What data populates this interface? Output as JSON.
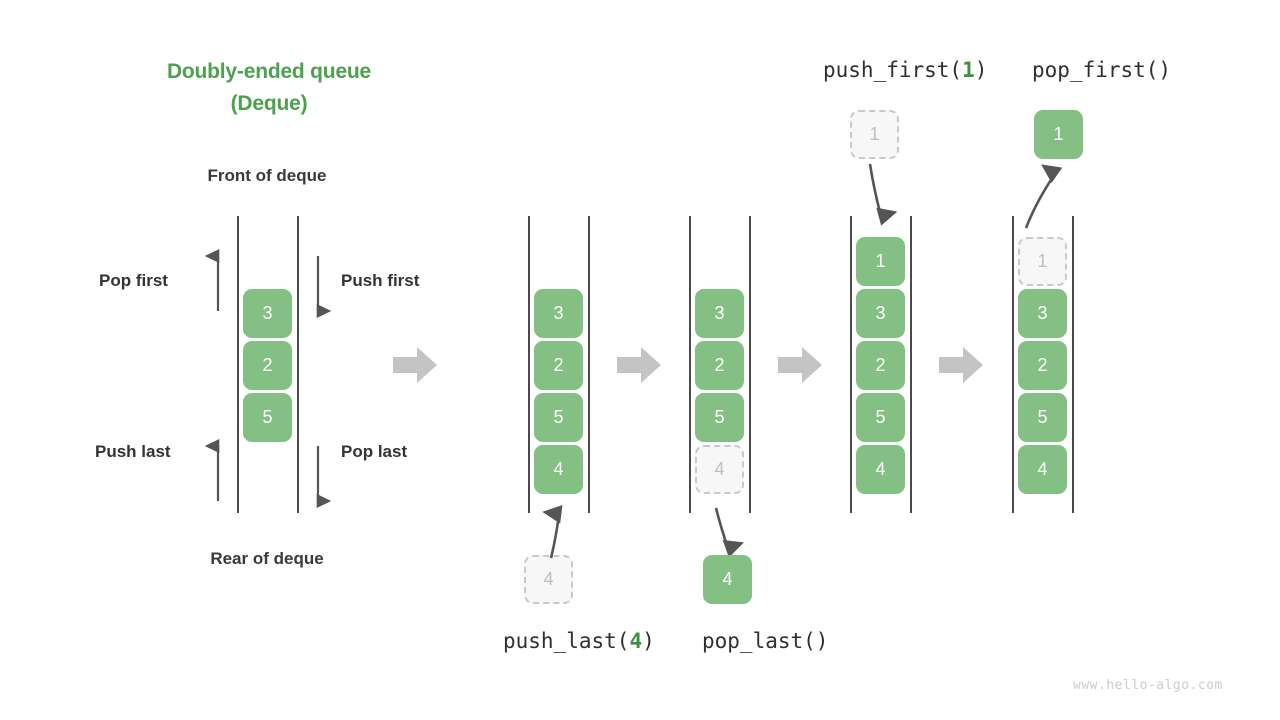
{
  "diagram": {
    "title_line1": "Doubly-ended queue",
    "title_line2": "(Deque)",
    "front_label": "Front of deque",
    "rear_label": "Rear of deque",
    "watermark": "www.hello-algo.com",
    "accent_green": "#4CA14E",
    "cell_green": "#84c084",
    "ghost_gray": "#bfbfbf",
    "arrow_gray": "#c4c4c4",
    "rail_gray": "#4a4a4a"
  },
  "side_labels": {
    "pop_first": "Pop first",
    "push_first": "Push first",
    "push_last": "Push last",
    "pop_last": "Pop last"
  },
  "operations": {
    "push_last": {
      "name": "push_last(",
      "arg": "4",
      "close": ")"
    },
    "pop_last": {
      "name": "pop_last()",
      "arg": "",
      "close": ""
    },
    "push_first": {
      "name": "push_first(",
      "arg": "1",
      "close": ")"
    },
    "pop_first": {
      "name": "pop_first()",
      "arg": "",
      "close": ""
    }
  },
  "chart_data": {
    "type": "diagram",
    "states": [
      {
        "name": "initial",
        "cells": [
          "3",
          "2",
          "5"
        ],
        "ghosts": []
      },
      {
        "name": "push_last_4",
        "cells": [
          "3",
          "2",
          "5",
          "4"
        ],
        "ghosts": [],
        "floating": {
          "value": "4",
          "ghost": true,
          "position": "below"
        }
      },
      {
        "name": "pop_last_4",
        "cells": [
          "3",
          "2",
          "5"
        ],
        "ghosts": [
          "4"
        ],
        "floating": {
          "value": "4",
          "ghost": false,
          "position": "below"
        }
      },
      {
        "name": "push_first_1",
        "cells": [
          "1",
          "3",
          "2",
          "5",
          "4"
        ],
        "ghosts": [],
        "floating": {
          "value": "1",
          "ghost": true,
          "position": "above"
        }
      },
      {
        "name": "pop_first_1",
        "cells": [
          "3",
          "2",
          "5",
          "4"
        ],
        "ghosts": [
          "1"
        ],
        "floating": {
          "value": "1",
          "ghost": false,
          "position": "above"
        }
      }
    ]
  },
  "cells": {
    "c_initial": [
      "3",
      "2",
      "5"
    ],
    "c_push_last": [
      "3",
      "2",
      "5",
      "4"
    ],
    "c_pop_last_stack": [
      "3",
      "2",
      "5"
    ],
    "c_pop_last_ghost": "4",
    "c_pop_last_out": "4",
    "c_push_last_in": "4",
    "c_push_first_stack": [
      "1",
      "3",
      "2",
      "5",
      "4"
    ],
    "c_push_first_in": "1",
    "c_pop_first_ghost": "1",
    "c_pop_first_stack": [
      "3",
      "2",
      "5",
      "4"
    ],
    "c_pop_first_out": "1"
  }
}
